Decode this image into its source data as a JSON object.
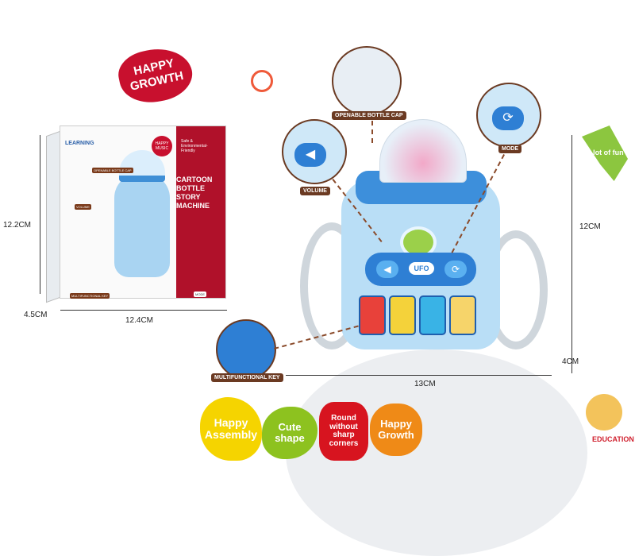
{
  "headline_badge": "HAPPY GROWTH",
  "box": {
    "header": "LEARNING",
    "happy_music": "HAPPY MUSIC",
    "safe_text": "Safe & Environmental-Friendly",
    "title_lines": [
      "CARTOON",
      "BOTTLE",
      "STORY",
      "MACHINE"
    ],
    "callouts": [
      "OPENABLE BOTTLE CAP",
      "VOLUME",
      "MODE",
      "MULTIFUNCTIONAL KEY"
    ]
  },
  "box_dimensions": {
    "height": "12.2CM",
    "depth": "4.5CM",
    "width": "12.4CM"
  },
  "product": {
    "ufo_label": "UFO",
    "callouts": {
      "cap": "OPENABLE BOTTLE CAP",
      "volume": "VOLUME",
      "mode": "MODE",
      "key": "MULTIFUNCTIONAL KEY"
    },
    "volume_icon": "speaker-icon",
    "mode_icon": "cycle-icon"
  },
  "product_dimensions": {
    "height": "12CM",
    "width": "13CM",
    "depth": "4CM"
  },
  "fun_tag": "A lot of fun",
  "features": [
    {
      "text": "Happy Assembly",
      "color": "#f5d400"
    },
    {
      "text": "Cute shape",
      "color": "#8dc21f"
    },
    {
      "text": "Round without sharp corners",
      "color": "#d7141f"
    },
    {
      "text": "Happy Growth",
      "color": "#ef8a17"
    }
  ],
  "brand": "EDUCATION"
}
